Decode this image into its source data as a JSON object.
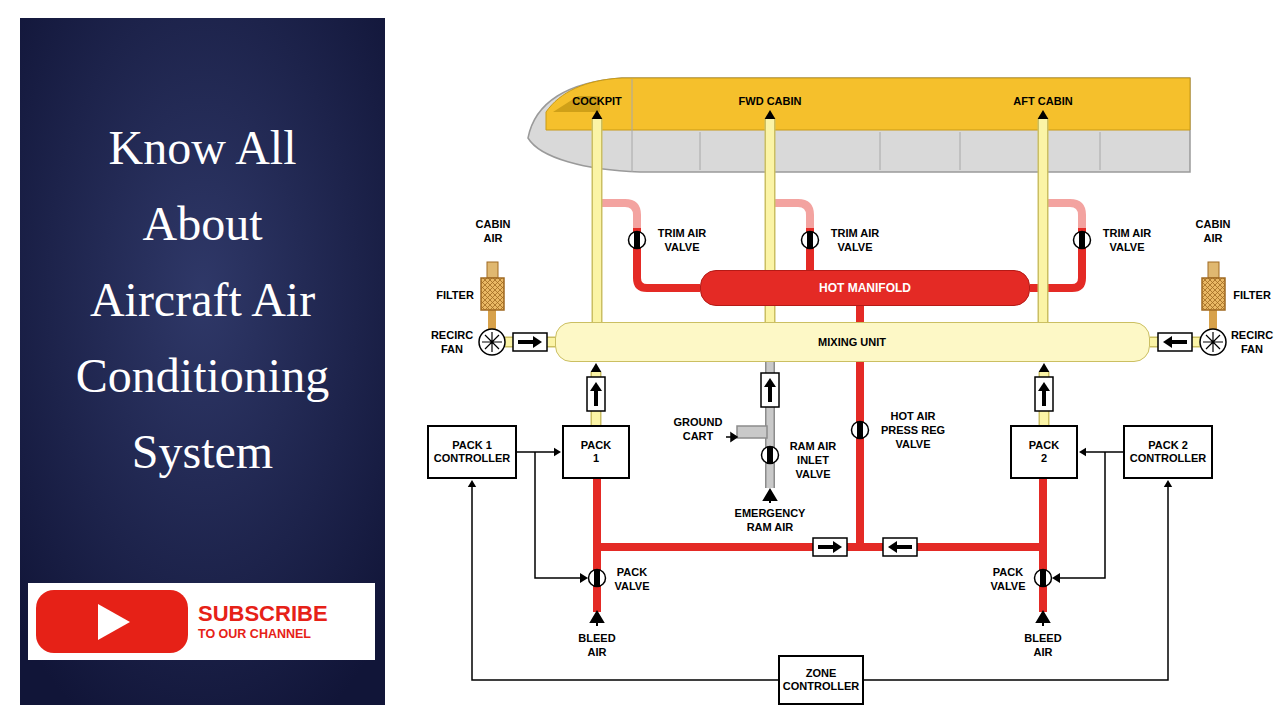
{
  "diagram": {
    "title": "Know All About Aircraft Air Conditioning System",
    "nodes": [
      {
        "text": [
          "COCKPIT"
        ]
      },
      {
        "text": [
          "FWD CABIN"
        ]
      },
      {
        "text": [
          "AFT CABIN"
        ]
      },
      {
        "text": [
          "HOT MANIFOLD"
        ]
      },
      {
        "text": [
          "MIXING UNIT"
        ]
      },
      {
        "text": [
          "PACK 1 CONTROLLER"
        ]
      },
      {
        "text": [
          "PACK 1"
        ]
      },
      {
        "text": [
          "PACK 2"
        ]
      },
      {
        "text": [
          "PACK 2 CONTROLLER"
        ]
      },
      {
        "text": [
          "ZONE CONTROLLER"
        ]
      },
      {
        "text": [
          "SUBSCRIBE",
          "TO OUR CHANNEL"
        ]
      }
    ],
    "edges": [
      {
        "from": 4,
        "to": 0,
        "arrow": "to"
      },
      {
        "from": 4,
        "to": 1,
        "arrow": "to"
      },
      {
        "from": 4,
        "to": 2,
        "arrow": "to"
      },
      {
        "from": 6,
        "to": 4,
        "arrow": "to"
      },
      {
        "from": 7,
        "to": 4,
        "arrow": "to"
      },
      {
        "from": 5,
        "to": 6,
        "arrow": "to"
      },
      {
        "from": 8,
        "to": 7,
        "arrow": "to"
      },
      {
        "from": 9,
        "to": 5,
        "arrow": "to"
      },
      {
        "from": 9,
        "to": 8,
        "arrow": "to"
      }
    ],
    "labels": [
      "CABIN AIR",
      "FILTER",
      "RECIRC FAN",
      "TRIM AIR VALVE",
      "TRIM AIR VALVE",
      "TRIM AIR VALVE",
      "CABIN AIR",
      "FILTER",
      "RECIRC FAN",
      "GROUND CART",
      "RAM AIR INLET VALVE",
      "HOT AIR PRESS REG VALVE",
      "EMERGENCY RAM AIR",
      "PACK VALVE",
      "PACK VALVE",
      "BLEED AIR",
      "BLEED AIR"
    ]
  }
}
